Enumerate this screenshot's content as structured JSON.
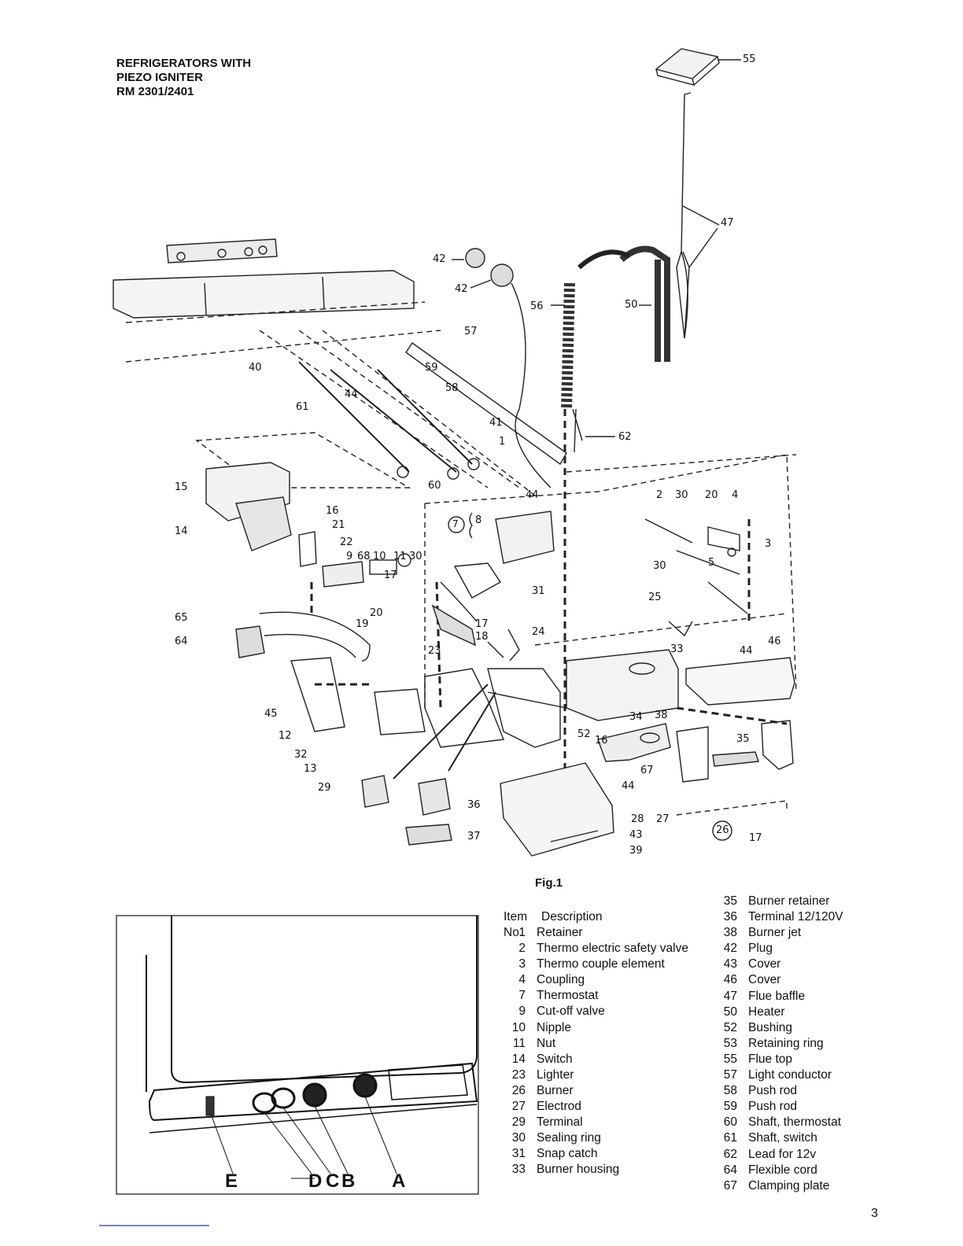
{
  "title": {
    "line1": "REFRIGERATORS WITH",
    "line2": "PIEZO IGNITER",
    "line3": "RM 2301/2401"
  },
  "figure_caption": "Fig.1",
  "table_headers": {
    "item": "Item",
    "no": "No.",
    "description": "Description"
  },
  "parts_left": [
    {
      "no": "1",
      "desc": "Retainer"
    },
    {
      "no": "2",
      "desc": "Thermo electric safety valve"
    },
    {
      "no": "3",
      "desc": "Thermo couple element"
    },
    {
      "no": "4",
      "desc": "Coupling"
    },
    {
      "no": "7",
      "desc": "Thermostat"
    },
    {
      "no": "9",
      "desc": "Cut-off valve"
    },
    {
      "no": "10",
      "desc": "Nipple"
    },
    {
      "no": "11",
      "desc": "Nut"
    },
    {
      "no": "14",
      "desc": "Switch"
    },
    {
      "no": "23",
      "desc": "Lighter"
    },
    {
      "no": "26",
      "desc": "Burner"
    },
    {
      "no": "27",
      "desc": "Electrod"
    },
    {
      "no": "29",
      "desc": "Terminal"
    },
    {
      "no": "30",
      "desc": "Sealing ring"
    },
    {
      "no": "31",
      "desc": "Snap catch"
    },
    {
      "no": "33",
      "desc": "Burner housing"
    }
  ],
  "parts_right": [
    {
      "no": "35",
      "desc": "Burner retainer"
    },
    {
      "no": "36",
      "desc": "Terminal 12/120V"
    },
    {
      "no": "38",
      "desc": "Burner jet"
    },
    {
      "no": "42",
      "desc": "Plug"
    },
    {
      "no": "43",
      "desc": "Cover"
    },
    {
      "no": "46",
      "desc": "Cover"
    },
    {
      "no": "47",
      "desc": "Flue baffle"
    },
    {
      "no": "50",
      "desc": "Heater"
    },
    {
      "no": "52",
      "desc": "Bushing"
    },
    {
      "no": "53",
      "desc": "Retaining ring"
    },
    {
      "no": "55",
      "desc": "Flue top"
    },
    {
      "no": "57",
      "desc": "Light conductor"
    },
    {
      "no": "58",
      "desc": "Push rod"
    },
    {
      "no": "59",
      "desc": "Push rod"
    },
    {
      "no": "60",
      "desc": "Shaft, thermostat"
    },
    {
      "no": "61",
      "desc": "Shaft, switch"
    },
    {
      "no": "62",
      "desc": "Lead for 12v"
    },
    {
      "no": "64",
      "desc": "Flexible cord"
    },
    {
      "no": "67",
      "desc": "Clamping plate"
    }
  ],
  "inset_labels": {
    "e": "E",
    "d": "D",
    "c": "C",
    "b": "B",
    "a": "A"
  },
  "callouts": [
    "55",
    "47",
    "50",
    "56",
    "42",
    "42",
    "57",
    "59",
    "58",
    "40",
    "44",
    "61",
    "41",
    "1",
    "62",
    "60",
    "44",
    "15",
    "16",
    "14",
    "21",
    "22",
    "9",
    "68",
    "10",
    "11",
    "30",
    "8",
    "7",
    "2",
    "30",
    "20",
    "4",
    "3",
    "30",
    "5",
    "31",
    "17",
    "65",
    "20",
    "64",
    "19",
    "17",
    "18",
    "24",
    "23",
    "25",
    "33",
    "44",
    "46",
    "45",
    "12",
    "32",
    "13",
    "34",
    "38",
    "52",
    "16",
    "35",
    "67",
    "29",
    "36",
    "44",
    "28",
    "27",
    "26",
    "17",
    "43",
    "39",
    "37"
  ],
  "page_number": "3"
}
